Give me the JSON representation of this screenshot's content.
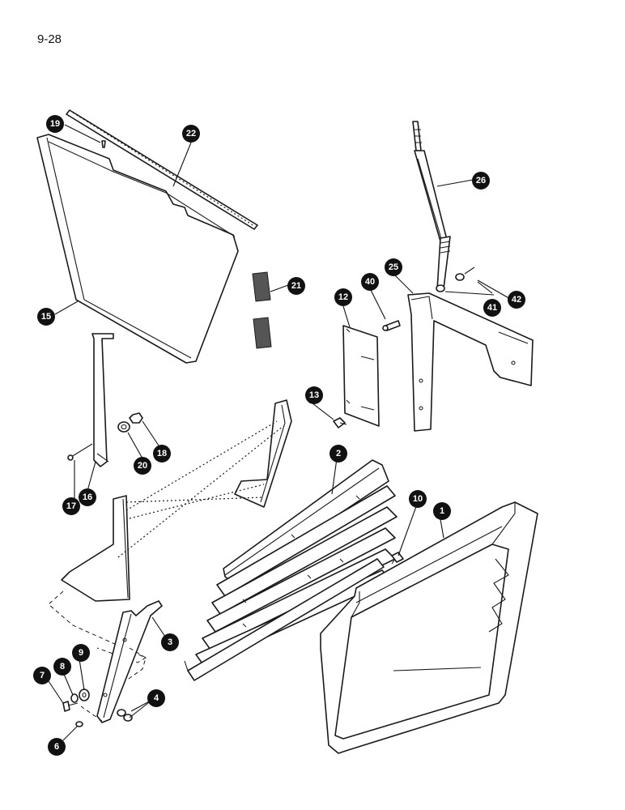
{
  "page_number": "9-28",
  "callouts": {
    "c1": "1",
    "c2": "2",
    "c3": "3",
    "c4": "4",
    "c6": "6",
    "c7": "7",
    "c8": "8",
    "c9": "9",
    "c10": "10",
    "c12": "12",
    "c13": "13",
    "c15": "15",
    "c16": "16",
    "c17": "17",
    "c18": "18",
    "c19": "19",
    "c20": "20",
    "c21": "21",
    "c22": "22",
    "c25": "25",
    "c26": "26",
    "c40": "40",
    "c41": "41",
    "c42": "42"
  }
}
